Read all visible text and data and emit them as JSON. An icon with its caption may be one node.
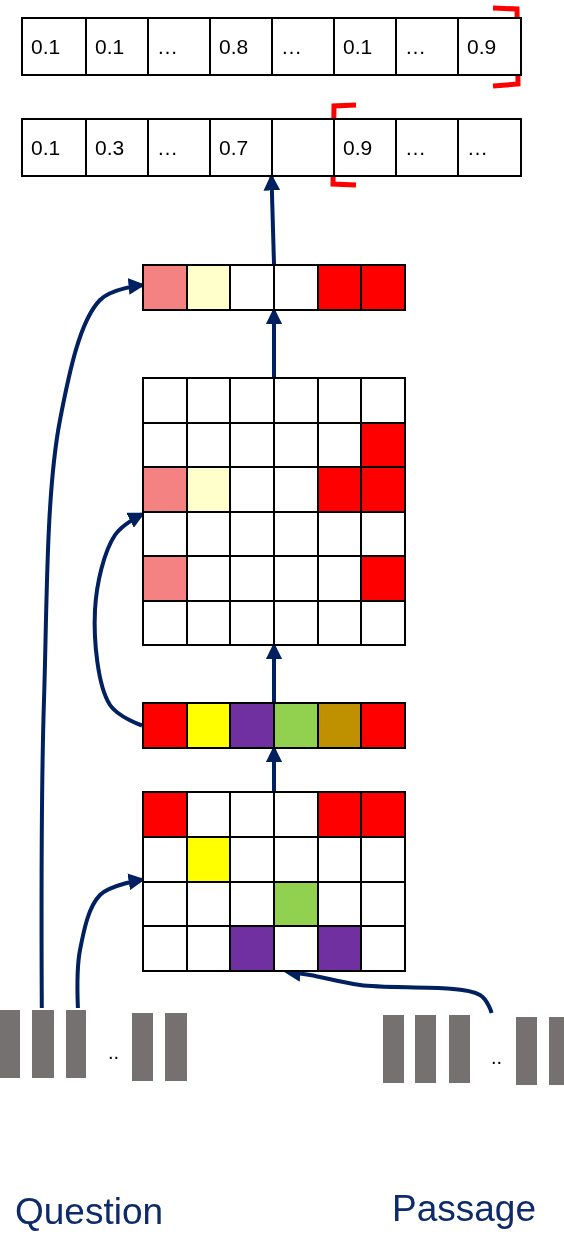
{
  "diagram": {
    "nodes": [
      {
        "text": [],
        "shape": "bar"
      },
      {
        "text": [
          "0.1"
        ],
        "in": 0
      },
      {
        "text": [
          "0.1"
        ],
        "in": 0
      },
      {
        "text": [
          "…"
        ],
        "in": 0
      },
      {
        "text": [
          "0.8"
        ],
        "in": 0
      },
      {
        "text": [
          "…"
        ],
        "in": 0
      },
      {
        "text": [
          "0.1"
        ],
        "in": 0
      },
      {
        "text": [
          "…"
        ],
        "in": 0
      },
      {
        "text": [
          "0.9"
        ],
        "in": 0
      },
      {
        "text": [],
        "shape": "bar"
      },
      {
        "text": [
          "0.1"
        ],
        "in": 9
      },
      {
        "text": [
          "0.3"
        ],
        "in": 9
      },
      {
        "text": [
          "…"
        ],
        "in": 9
      },
      {
        "text": [
          "0.7"
        ],
        "in": 9
      },
      {
        "text": [],
        "shape": "box",
        "in": 9
      },
      {
        "text": [
          "0.9"
        ],
        "in": 9
      },
      {
        "text": [
          "…"
        ],
        "in": 9
      },
      {
        "text": [
          "…"
        ],
        "in": 9
      },
      {
        "text": [],
        "shape": "bar"
      },
      {
        "text": [],
        "shape": "grid"
      },
      {
        "text": [],
        "shape": "bar"
      },
      {
        "text": [],
        "shape": "grid"
      },
      {
        "text": [],
        "shape": "bar",
        "beside": [
          "Question"
        ]
      },
      {
        "text": [],
        "shape": "bar",
        "beside": [
          "Passage"
        ]
      }
    ],
    "edges": [
      {
        "from": 18,
        "to": 9,
        "arrow": "to"
      },
      {
        "from": 19,
        "to": 18,
        "arrow": "to"
      },
      {
        "from": 20,
        "to": 19,
        "arrow": "to"
      },
      {
        "from": 20,
        "to": 19,
        "arrow": "to"
      },
      {
        "from": 21,
        "to": 20,
        "arrow": "to"
      },
      {
        "from": 22,
        "to": 18,
        "arrow": "to"
      },
      {
        "from": 22,
        "to": 21,
        "arrow": "to"
      },
      {
        "from": 23,
        "to": 21,
        "arrow": "to"
      }
    ],
    "labels": [
      "..",
      ".."
    ]
  }
}
